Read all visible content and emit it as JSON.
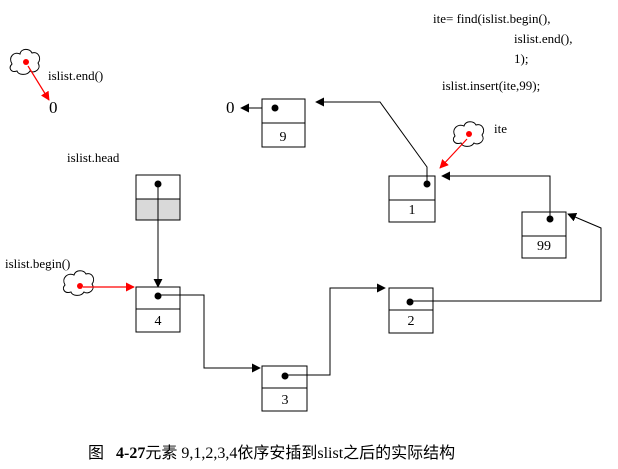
{
  "code": {
    "line1": "ite= find(islist.begin(),",
    "line2": "islist.end(),",
    "line3": "1);",
    "line4": "islist.insert(ite,99);"
  },
  "labels": {
    "end": "islist.end()",
    "head": "islist.head",
    "begin": "islist.begin()",
    "ite": "ite"
  },
  "zeros": {
    "end_zero": "0",
    "tail_zero": "0"
  },
  "nodes": {
    "n9": "9",
    "n1": "1",
    "n99": "99",
    "n4": "4",
    "n3": "3",
    "n2": "2"
  },
  "caption": {
    "prefix": "图",
    "number": "4-27",
    "text": "元素 9,1,2,3,4依序安插到slist之后的实际结构"
  },
  "colors": {
    "pointer_arrow": "#ff0000",
    "head_shade": "#d9d9d9"
  }
}
